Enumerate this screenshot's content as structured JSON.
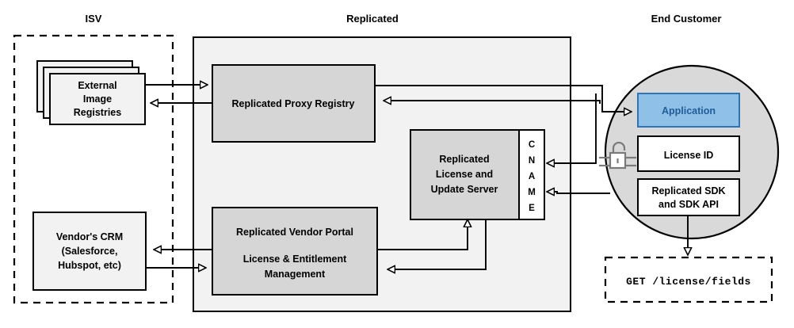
{
  "diagram": {
    "title_zones": [
      {
        "id": "isv",
        "label": "ISV"
      },
      {
        "id": "replicated",
        "label": "Replicated"
      },
      {
        "id": "end_customer",
        "label": "End Customer"
      }
    ],
    "isv": {
      "zone_label": "ISV",
      "nodes": [
        {
          "id": "external-image-registries",
          "label_lines": [
            "External",
            "Image",
            "Registries"
          ],
          "style": "stacked-light"
        },
        {
          "id": "vendor-crm",
          "label_lines": [
            "Vendor's CRM",
            "(Salesforce,",
            "Hubspot, etc)"
          ],
          "style": "light"
        }
      ]
    },
    "replicated": {
      "zone_label": "Replicated",
      "nodes": [
        {
          "id": "replicated-proxy-registry",
          "label_lines": [
            "Replicated Proxy Registry"
          ],
          "style": "grey"
        },
        {
          "id": "replicated-license-and-update-server",
          "label_lines": [
            "Replicated",
            "License and",
            "Update Server"
          ],
          "style": "grey"
        },
        {
          "id": "cname-strip",
          "label_letters": [
            "C",
            "N",
            "A",
            "M",
            "E"
          ],
          "style": "white"
        },
        {
          "id": "replicated-vendor-portal",
          "label_lines": [
            "Replicated Vendor Portal",
            "",
            "License & Entitlement",
            "Management"
          ],
          "style": "grey"
        }
      ]
    },
    "end_customer": {
      "zone_label": "End Customer",
      "nodes": [
        {
          "id": "application",
          "label_lines": [
            "Application"
          ],
          "style": "blue"
        },
        {
          "id": "license-id",
          "label_lines": [
            "License ID"
          ],
          "style": "white"
        },
        {
          "id": "replicated-sdk",
          "label_lines": [
            "Replicated SDK",
            "and SDK API"
          ],
          "style": "white"
        },
        {
          "id": "unlock-icon",
          "label_lines": [],
          "style": "icon"
        }
      ],
      "api_call": {
        "id": "get-license-fields",
        "label": "GET /license/fields"
      }
    },
    "colors": {
      "zone_fill": "#F2F2F2",
      "node_grey": "#D6D6D6",
      "node_light": "#F2F2F2",
      "node_white": "#FFFFFF",
      "accent_blue_fill": "#8FC0E8",
      "accent_blue_stroke": "#2E75B6",
      "accent_blue_text": "#1F5C99",
      "circle_fill": "#D9D9D9",
      "stroke": "#000000",
      "lock_grey": "#7A7A7A"
    },
    "text": {
      "isv_title": "ISV",
      "replicated_title": "Replicated",
      "end_customer_title": "End Customer",
      "ext_reg_l1": "External",
      "ext_reg_l2": "Image",
      "ext_reg_l3": "Registries",
      "crm_l1": "Vendor's CRM",
      "crm_l2": "(Salesforce,",
      "crm_l3": "Hubspot, etc)",
      "proxy_registry": "Replicated Proxy Registry",
      "lus_l1": "Replicated",
      "lus_l2": "License and",
      "lus_l3": "Update Server",
      "cname_c": "C",
      "cname_n": "N",
      "cname_a": "A",
      "cname_m": "M",
      "cname_e": "E",
      "portal_l1": "Replicated Vendor Portal",
      "portal_l2": "License & Entitlement",
      "portal_l3": "Management",
      "application": "Application",
      "license_id": "License ID",
      "sdk_l1": "Replicated SDK",
      "sdk_l2": "and SDK API",
      "get_license_fields": "GET /license/fields"
    }
  }
}
